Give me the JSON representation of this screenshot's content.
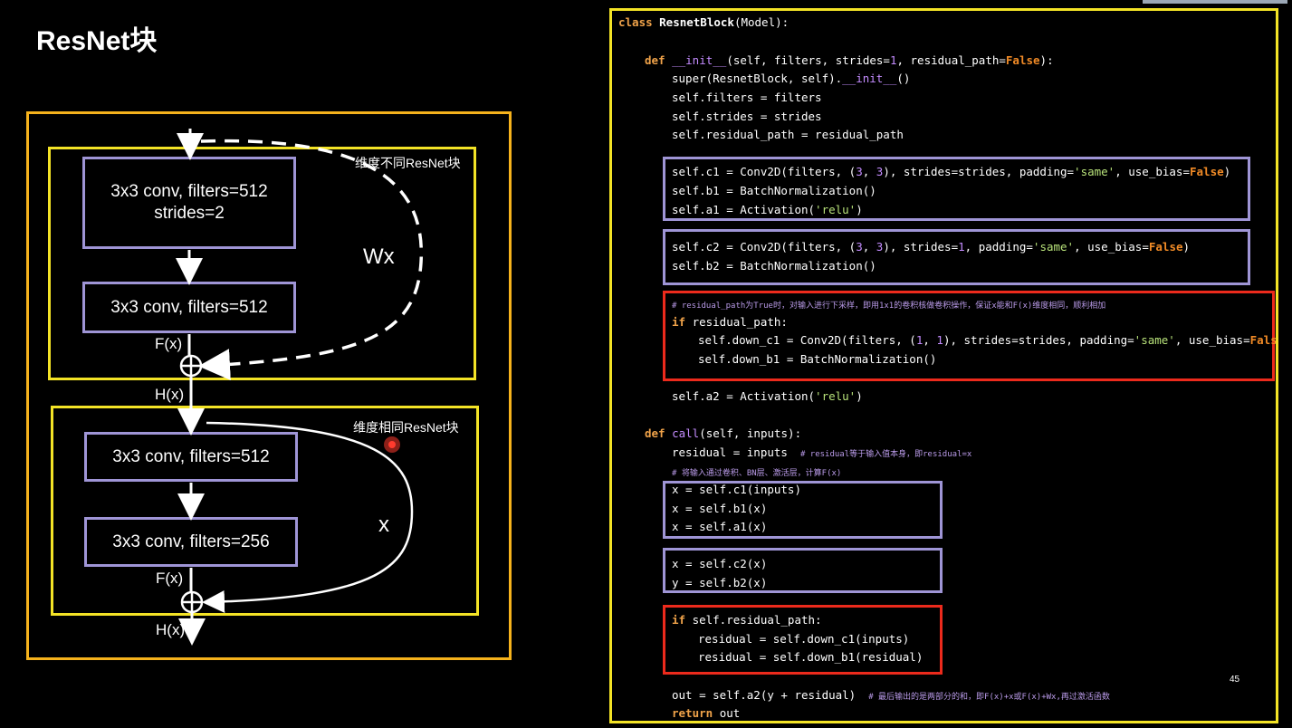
{
  "title": "ResNet块",
  "diagram": {
    "block1_label": "维度不同ResNet块",
    "block2_label": "维度相同ResNet块",
    "conv1_line1": "3x3 conv, filters=512",
    "conv1_line2": "strides=2",
    "conv2": "3x3 conv, filters=512",
    "conv3": "3x3 conv, filters=512",
    "conv4": "3x3 conv, filters=256",
    "fx1": "F(x)",
    "hx1": "H(x)",
    "fx2": "F(x)",
    "hx2": "H(x)",
    "shortcut1": "Wx",
    "shortcut2": "x"
  },
  "code": {
    "l01": [
      "class ",
      "ResnetBlock",
      "(Model):"
    ],
    "l02": [
      "def ",
      "__init__",
      "(self, filters, strides=",
      "1",
      ", residual_path=",
      "False",
      "):"
    ],
    "l03": [
      "super(ResnetBlock, self).",
      "__init__",
      "()"
    ],
    "l04": "self.filters = filters",
    "l05": "self.strides = strides",
    "l06": "self.residual_path = residual_path",
    "l07": [
      "self.c1 = Conv2D(filters, (",
      "3",
      ", ",
      "3",
      "), strides=strides, padding=",
      "'same'",
      ", use_bias=",
      "False",
      ")"
    ],
    "l08": "self.b1 = BatchNormalization()",
    "l09": [
      "self.a1 = Activation(",
      "'relu'",
      ")"
    ],
    "l10": [
      "self.c2 = Conv2D(filters, (",
      "3",
      ", ",
      "3",
      "), strides=",
      "1",
      ", padding=",
      "'same'",
      ", use_bias=",
      "False",
      ")"
    ],
    "l11": "self.b2 = BatchNormalization()",
    "l12": "# residual_path为True时，对输入进行下采样，即用1x1的卷积核做卷积操作，保证x能和F(x)维度相同，顺利相加",
    "l13": [
      "if ",
      "residual_path:"
    ],
    "l14": [
      "self.down_c1 = Conv2D(filters, (",
      "1",
      ", ",
      "1",
      "), strides=strides, padding=",
      "'same'",
      ", use_bias=",
      "False"
    ],
    "l15": "self.down_b1 = BatchNormalization()",
    "l16": [
      "self.a2 = Activation(",
      "'relu'",
      ")"
    ],
    "l17": [
      "def ",
      "call",
      "(self, inputs):"
    ],
    "l18": "residual = inputs",
    "l18c": "# residual等于输入值本身，即residual=x",
    "l19": "# 将输入通过卷积、BN层、激活层，计算F(x)",
    "l20": "x = self.c1(inputs)",
    "l21": "x = self.b1(x)",
    "l22": "x = self.a1(x)",
    "l23": "x = self.c2(x)",
    "l24": "y = self.b2(x)",
    "l25": [
      "if ",
      "self.residual_path:"
    ],
    "l26": "residual = self.down_c1(inputs)",
    "l27": "residual = self.down_b1(residual)",
    "l28": "out = self.a2(y + residual)",
    "l28c": "# 最后输出的是两部分的和，即F(x)+x或F(x)+Wx,再过激活函数",
    "l29": [
      "return ",
      "out"
    ]
  },
  "page_number": "45",
  "colors": {
    "yellow": "#f3e326",
    "orange": "#f6b21c",
    "purple": "#9f95d6",
    "red": "#ec2a1c"
  }
}
